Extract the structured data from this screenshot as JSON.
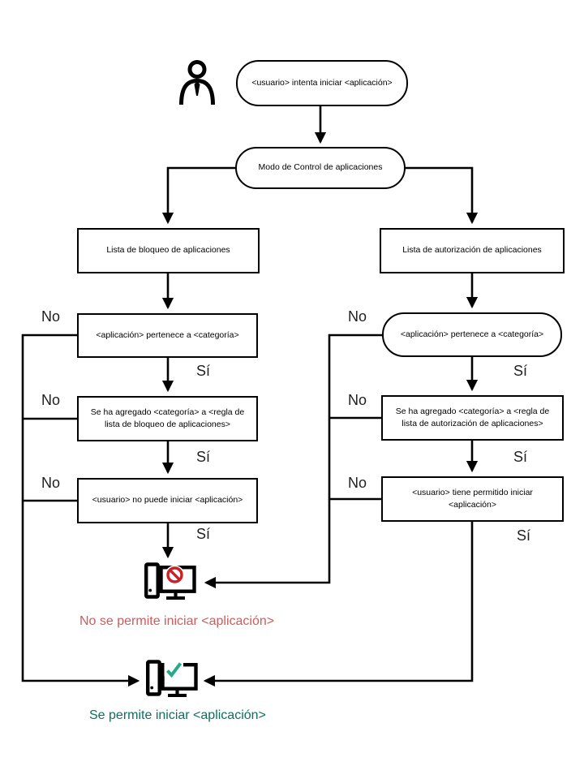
{
  "diagram": {
    "start": "<usuario> intenta iniciar <aplicación>",
    "mode": "Modo de Control de aplicaciones",
    "denylist": {
      "title": "Lista de bloqueo de aplicaciones",
      "category_check": "<aplicación> pertenece a <categoría>",
      "rule_check": "Se ha agregado <categoría> a <regla de lista de bloqueo de aplicaciones>",
      "user_check": "<usuario> no puede iniciar <aplicación>"
    },
    "allowlist": {
      "title": "Lista de autorización de aplicaciones",
      "category_check": "<aplicación> pertenece a <categoría>",
      "rule_check": "Se ha agregado <categoría> a <regla de lista de autorización de aplicaciones>",
      "user_check": "<usuario> tiene permitido iniciar <aplicación>"
    },
    "labels": {
      "yes": "Sí",
      "no": "No"
    },
    "outcomes": {
      "blocked": "No se permite iniciar <aplicación>",
      "allowed": "Se permite iniciar <aplicación>"
    },
    "colors": {
      "line": "#000000",
      "blocked_icon": "#cb2026",
      "blocked_text": "#cd5c5c",
      "allowed_icon": "#29a98c",
      "allowed_text": "#0e6f60"
    }
  }
}
